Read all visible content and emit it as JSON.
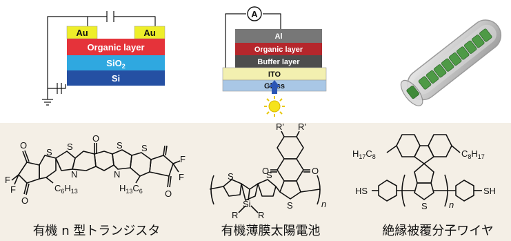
{
  "transistor_device": {
    "layers": {
      "electrode_left": "Au",
      "electrode_right": "Au",
      "organic": "Organic layer",
      "oxide": "SiO",
      "oxide_sub": "2",
      "substrate": "Si"
    },
    "colors": {
      "au": "#eeee2a",
      "organic": "#e5333a",
      "oxide": "#2fa8e0",
      "substrate": "#2550a3"
    }
  },
  "solar_device": {
    "meter": "A",
    "layers": {
      "top": "Al",
      "organic": "Organic layer",
      "buffer": "Buffer layer",
      "ito": "ITO",
      "glass": "Glass"
    },
    "colors": {
      "al": "#777777",
      "organic": "#b5272c",
      "buffer": "#4d4d4d",
      "ito": "#f3f0b0",
      "glass": "#a9c7e6"
    }
  },
  "wire_illustration": {
    "icon": "insulated-molecular-wire-icon"
  },
  "molecule_transistor": {
    "atoms": {
      "s1": "S",
      "s2": "S",
      "s3": "S",
      "s4": "S",
      "n1": "N",
      "n2": "N",
      "o1": "O",
      "o2": "O",
      "o3": "O",
      "o4": "O",
      "f1": "F",
      "f2": "F",
      "f3": "F",
      "f4": "F"
    },
    "substituent_left": "C",
    "substituent_left_sub": "6",
    "substituent_left_rest": "H",
    "substituent_left_sub2": "13",
    "substituent_right": "H",
    "substituent_right_sub": "13",
    "substituent_right_rest": "C",
    "substituent_right_sub2": "6"
  },
  "molecule_solar": {
    "atoms": {
      "r_top_left": "R'",
      "r_top_right": "R'",
      "o_left": "O",
      "o_right": "O",
      "s_a": "S",
      "s_b": "S",
      "s_c": "S",
      "si": "Si",
      "r1": "R",
      "r2": "R"
    },
    "repeat": "n"
  },
  "molecule_wire": {
    "alkyl_left": "H",
    "alkyl_left_sub1": "17",
    "alkyl_left_mid": "C",
    "alkyl_left_sub2": "8",
    "alkyl_right": "C",
    "alkyl_right_sub1": "8",
    "alkyl_right_mid": "H",
    "alkyl_right_sub2": "17",
    "thiol_left": "HS",
    "thiol_right": "SH",
    "s": "S",
    "repeat": "n"
  },
  "captions": {
    "transistor": "有機 n 型トランジスタ",
    "solar": "有機薄膜太陽電池",
    "wire": "絶縁被覆分子ワイヤ"
  }
}
